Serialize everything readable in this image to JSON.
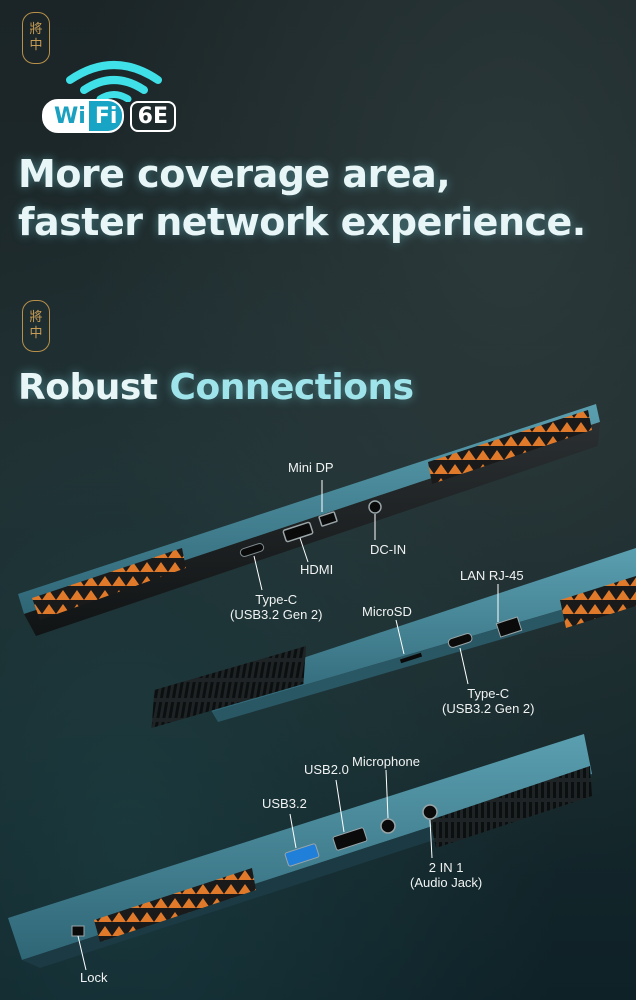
{
  "headline": {
    "line1": "More coverage area,",
    "line2": "faster network experience."
  },
  "wifi_badge": {
    "wi": "Wi",
    "fi": "Fi",
    "gen": "6E"
  },
  "section_title": {
    "word1": "Robust",
    "word2": "Connections"
  },
  "seal_glyphs": [
    "將",
    "中"
  ],
  "ports_rear": {
    "mini_dp": "Mini DP",
    "dc_in": "DC-IN",
    "hdmi": "HDMI",
    "type_c": "Type-C",
    "type_c_spec": "(USB3.2 Gen 2)"
  },
  "ports_right": {
    "lan": "LAN RJ-45",
    "microsd": "MicroSD",
    "type_c": "Type-C",
    "type_c_spec": "(USB3.2 Gen 2)"
  },
  "ports_left": {
    "usb20": "USB2.0",
    "microphone": "Microphone",
    "usb32": "USB3.2",
    "audio": "2 IN 1",
    "audio_spec": "(Audio Jack)",
    "lock": "Lock"
  },
  "colors": {
    "laptop_teal": "#3d7b8c",
    "vent_orange": "#e07a2a",
    "seal_gold": "#c79c55",
    "wifi_blue": "#17a4c5"
  }
}
